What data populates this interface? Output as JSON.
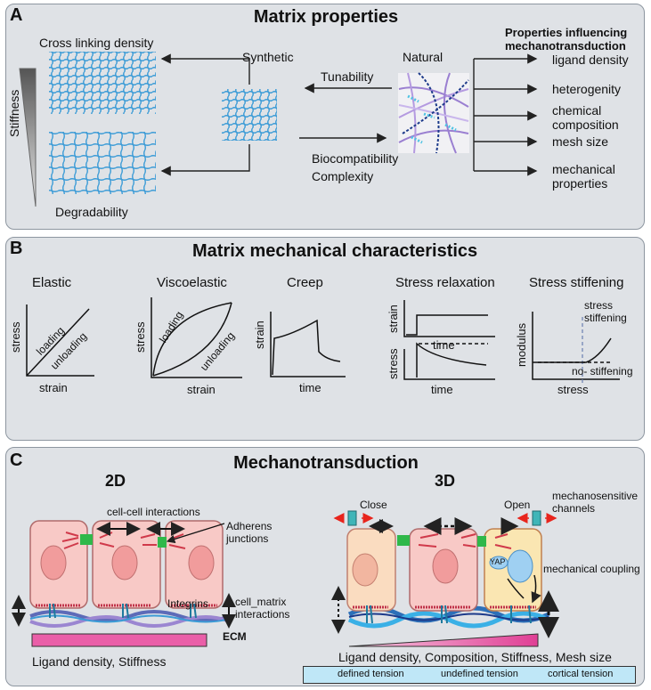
{
  "panelA": {
    "letter": "A",
    "title": "Matrix properties",
    "cross_linking": "Cross linking density",
    "stiffness": "Stiffness",
    "degradability": "Degradability",
    "synthetic": "Synthetic",
    "natural": "Natural",
    "tunability": "Tunability",
    "biocompatibility": "Biocompatibility",
    "complexity": "Complexity",
    "props_title_1": "Properties influencing",
    "props_title_2": "mechanotransduction",
    "props": [
      "ligand density",
      "heterogenity",
      "chemical",
      "composition",
      "mesh size",
      "mechanical",
      "properties"
    ]
  },
  "panelB": {
    "letter": "B",
    "title": "Matrix mechanical characteristics",
    "elastic": {
      "title": "Elastic",
      "y": "stress",
      "x": "strain",
      "loading": "loading",
      "unloading": "unloading"
    },
    "viscoelastic": {
      "title": "Viscoelastic",
      "y": "stress",
      "x": "strain",
      "loading": "loading",
      "unloading": "unloading"
    },
    "creep": {
      "title": "Creep",
      "y": "strain",
      "x": "time"
    },
    "relax": {
      "title": "Stress relaxation",
      "y1": "strain",
      "x1": "time",
      "y2": "stress",
      "x2": "time"
    },
    "stiffen": {
      "title": "Stress stiffening",
      "y": "modulus",
      "x": "stress",
      "stiff1": "stress",
      "stiff2": "stiffening",
      "nostiff": "no- stiffening"
    }
  },
  "panelC": {
    "letter": "C",
    "title": "Mechanotransduction",
    "d2": "2D",
    "d3": "3D",
    "cell_cell": "cell-cell interactions",
    "adherens1": "Adherens",
    "adherens2": "junctions",
    "integrins": "Integrins",
    "cm1": "cell_matrix",
    "cm2": "interactions",
    "ecm": "ECM",
    "ligand2d": "Ligand density, Stiffness",
    "close": "Close",
    "open": "Open",
    "mech1": "mechanosensitive",
    "mech2": "channels",
    "yap": "YAP",
    "coupling": "mechanical coupling",
    "ligand3d": "Ligand density, Composition, Stiffness, Mesh size",
    "legend": {
      "defined": "defined tension",
      "undefined": "undefined tension",
      "cortical": "cortical tension"
    }
  },
  "colors": {
    "panel_bg": "#dfe2e6",
    "mesh": "#3b9bd6",
    "cell": "#f8c9c6",
    "cell3d": "#fae6b2",
    "ecm_bar": "#ea5fa8",
    "arrow_red": "#e8241c"
  }
}
